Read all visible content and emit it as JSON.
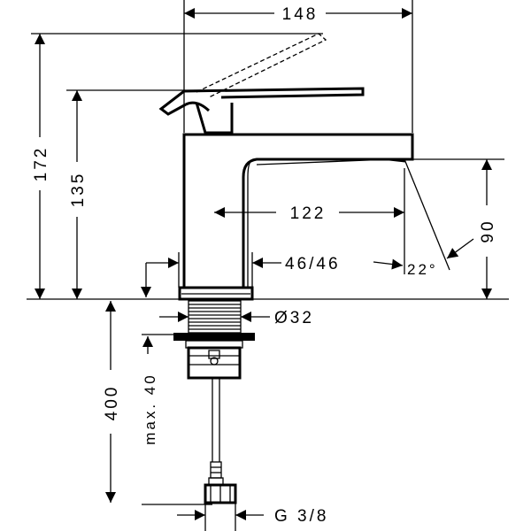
{
  "dimensions": {
    "width_total": "148",
    "height_total": "172",
    "height_spout": "135",
    "reach": "122",
    "spout_height": "90",
    "angle": "22°",
    "base_offset": "46/46",
    "diameter": "Ø32",
    "max_thickness": "max. 40",
    "hose_length": "400",
    "thread": "G 3/8"
  }
}
